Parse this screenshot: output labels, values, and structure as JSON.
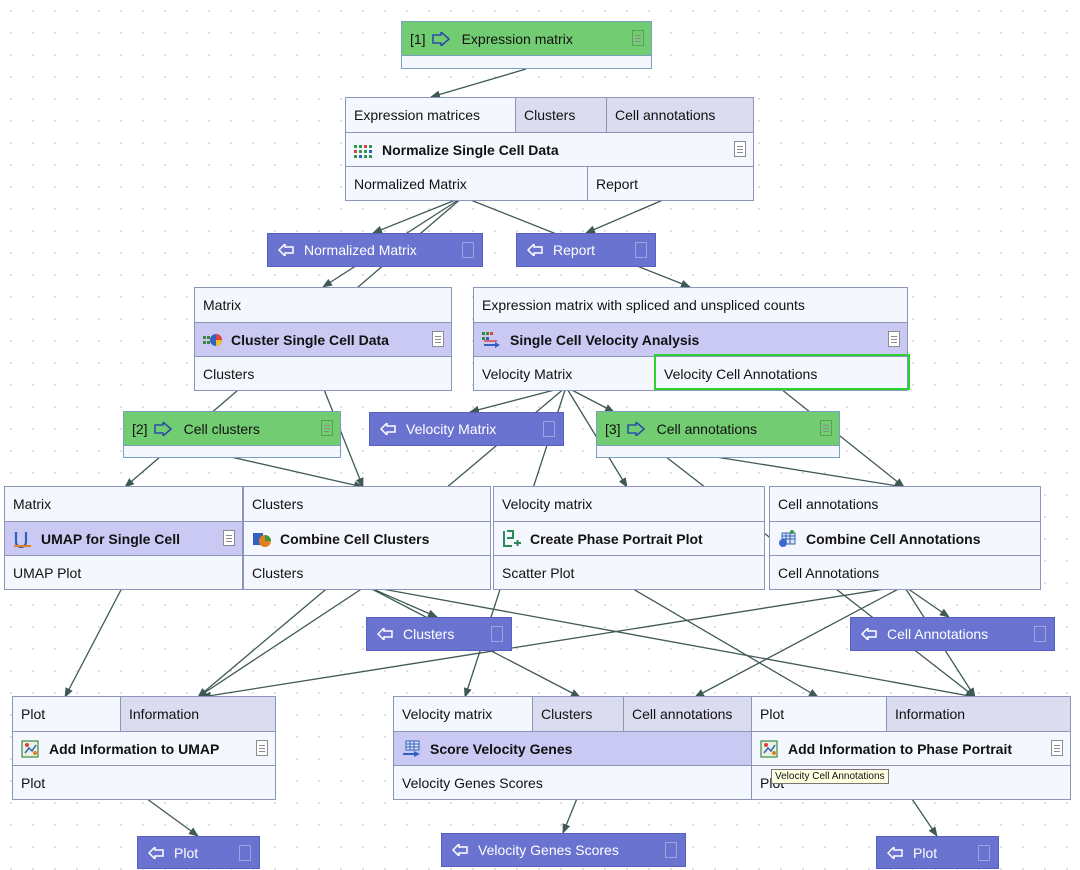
{
  "inputs": {
    "expr": {
      "index": "[1]",
      "label": "Expression matrix"
    },
    "clusters": {
      "index": "[2]",
      "label": "Cell clusters"
    },
    "annotations": {
      "index": "[3]",
      "label": "Cell annotations"
    }
  },
  "nodes": {
    "normalize": {
      "inputs": [
        "Expression matrices",
        "Clusters",
        "Cell annotations"
      ],
      "title": "Normalize Single Cell Data",
      "outputs": [
        "Normalized Matrix",
        "Report"
      ]
    },
    "cluster": {
      "inputs": [
        "Matrix"
      ],
      "title": "Cluster Single Cell Data",
      "outputs": [
        "Clusters"
      ]
    },
    "velocity": {
      "inputs": [
        "Expression matrix with spliced and unspliced counts"
      ],
      "title": "Single Cell Velocity Analysis",
      "outputs": [
        "Velocity Matrix",
        "Velocity Cell Annotations"
      ]
    },
    "umap": {
      "inputs": [
        "Matrix"
      ],
      "title": "UMAP for Single Cell",
      "outputs": [
        "UMAP Plot"
      ]
    },
    "combine_clusters": {
      "inputs": [
        "Clusters"
      ],
      "title": "Combine Cell Clusters",
      "outputs": [
        "Clusters"
      ]
    },
    "phase": {
      "inputs": [
        "Velocity matrix"
      ],
      "title": "Create Phase Portrait Plot",
      "outputs": [
        "Scatter Plot"
      ]
    },
    "combine_annot": {
      "inputs": [
        "Cell annotations"
      ],
      "title": "Combine Cell Annotations",
      "outputs": [
        "Cell Annotations"
      ]
    },
    "add_umap": {
      "inputs": [
        "Plot",
        "Information"
      ],
      "title": "Add Information to UMAP",
      "outputs": [
        "Plot"
      ]
    },
    "score": {
      "inputs": [
        "Velocity matrix",
        "Clusters",
        "Cell annotations"
      ],
      "title": "Score Velocity Genes",
      "outputs": [
        "Velocity Genes Scores"
      ]
    },
    "add_phase": {
      "inputs": [
        "Plot",
        "Information"
      ],
      "title": "Add Information to Phase Portrait",
      "outputs": [
        "Plot"
      ]
    }
  },
  "outputs": {
    "normalized_matrix": "Normalized Matrix",
    "report": "Report",
    "velocity_matrix": "Velocity Matrix",
    "clusters": "Clusters",
    "cell_annotations": "Cell Annotations",
    "plot_umap": "Plot",
    "velocity_genes_scores": "Velocity Genes Scores",
    "plot_phase": "Plot"
  },
  "tooltip": "Velocity Cell Annotations",
  "colors": {
    "input_green": "#72cc72",
    "output_blue": "#6a73cf",
    "selected_title": "#c9c9f4",
    "edge": "#3f5957",
    "highlight": "#2ed22e"
  }
}
